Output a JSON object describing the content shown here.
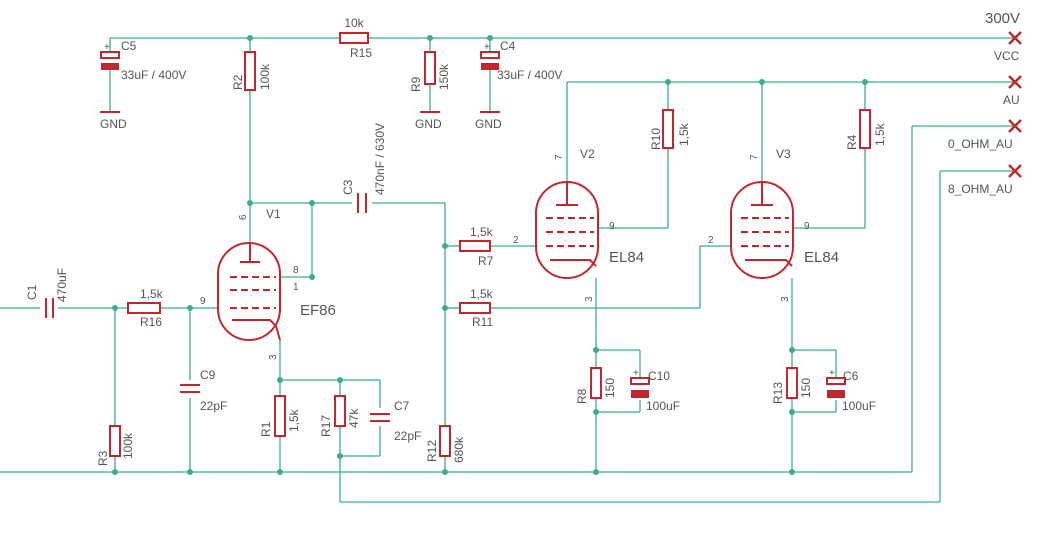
{
  "schematic": {
    "supply_voltage": "300V",
    "nets": {
      "vcc": "VCC",
      "au": "AU",
      "ohm0": "0_OHM_AU",
      "ohm8": "8_OHM_AU",
      "gnd": "GND"
    },
    "components": {
      "R15": {
        "name": "R15",
        "value": "10k"
      },
      "C5": {
        "name": "C5",
        "value": "33uF / 400V"
      },
      "R2": {
        "name": "R2",
        "value": "100k"
      },
      "R9": {
        "name": "R9",
        "value": "150k"
      },
      "C4": {
        "name": "C4",
        "value": "33uF / 400V"
      },
      "C3": {
        "name": "C3",
        "value": "470nF / 630V"
      },
      "V1": {
        "name": "V1",
        "type": "EF86",
        "pins": [
          "6",
          "8",
          "1",
          "9",
          "3"
        ]
      },
      "V2": {
        "name": "V2",
        "type": "EL84",
        "pins": [
          "7",
          "9",
          "2",
          "3"
        ]
      },
      "V3": {
        "name": "V3",
        "type": "EL84",
        "pins": [
          "7",
          "9",
          "2",
          "3"
        ]
      },
      "R10": {
        "name": "R10",
        "value": "1,5k"
      },
      "R4": {
        "name": "R4",
        "value": "1,5k"
      },
      "C1": {
        "name": "C1",
        "value": "470uF"
      },
      "R16": {
        "name": "R16",
        "value": "1,5k"
      },
      "R7": {
        "name": "R7",
        "value": "1,5k"
      },
      "R11": {
        "name": "R11",
        "value": "1,5k"
      },
      "C9": {
        "name": "C9",
        "value": "22pF"
      },
      "R3": {
        "name": "R3",
        "value": "100k"
      },
      "R1": {
        "name": "R1",
        "value": "1,5k"
      },
      "R17": {
        "name": "R17",
        "value": "47k"
      },
      "C7": {
        "name": "C7",
        "value": "22pF"
      },
      "R12": {
        "name": "R12",
        "value": "680k"
      },
      "R8": {
        "name": "R8",
        "value": "150"
      },
      "C10": {
        "name": "C10",
        "value": "100uF"
      },
      "R13": {
        "name": "R13",
        "value": "150"
      },
      "C6": {
        "name": "C6",
        "value": "100uF"
      }
    }
  },
  "colors": {
    "wire": "#3fae84",
    "component": "#c0282f",
    "text": "#555555"
  }
}
